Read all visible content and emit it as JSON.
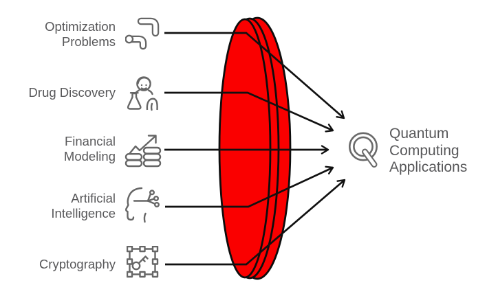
{
  "diagram": {
    "sources": [
      {
        "label": "Optimization\nProblems",
        "icon": "optimization-icon"
      },
      {
        "label": "Drug Discovery",
        "icon": "drug-discovery-icon"
      },
      {
        "label": "Financial\nModeling",
        "icon": "financial-modeling-icon"
      },
      {
        "label": "Artificial\nIntelligence",
        "icon": "artificial-intelligence-icon"
      },
      {
        "label": "Cryptography",
        "icon": "cryptography-icon"
      }
    ],
    "target": {
      "label": "Quantum\nComputing\nApplications",
      "icon": "quantum-q-icon"
    },
    "lens": {
      "shape": "red-vertical-lens"
    },
    "colors": {
      "background": "#FFFFFF",
      "lens_fill": "#FA0000",
      "lens_stroke": "#0D0D0D",
      "arrow": "#111111",
      "label_text": "#58585A",
      "icon_stroke": "#666666",
      "target_icon_stroke": "#6A6A6A"
    }
  }
}
